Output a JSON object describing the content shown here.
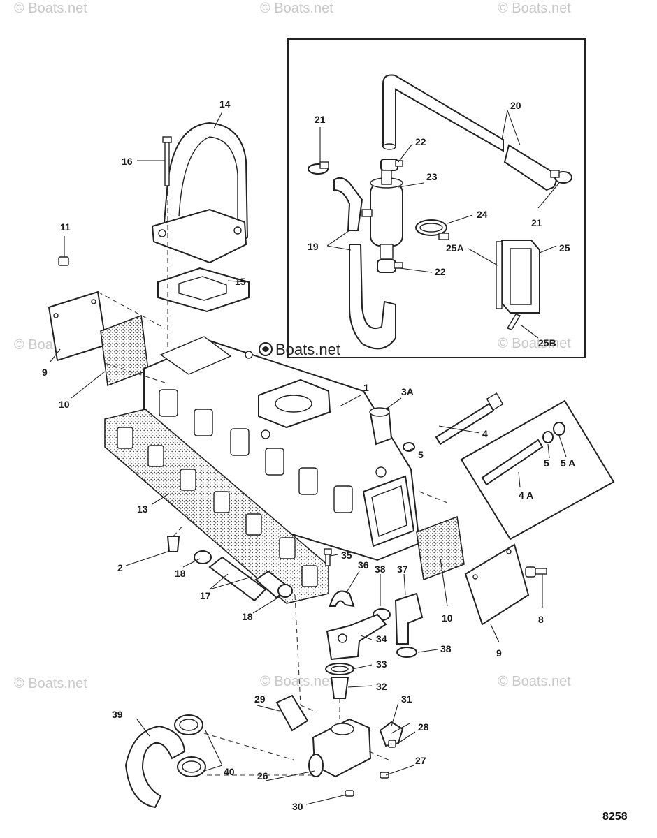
{
  "watermark": "© Boats.net",
  "brand_label": "Boats.net",
  "brand_icon": "boats-net-logo-icon",
  "figure_number": "8258",
  "callouts": {
    "c1": "1",
    "c2": "2",
    "c3a": "3A",
    "c4": "4",
    "c4a": "4 A",
    "c5a": "5",
    "c5b": "5",
    "c5A": "5 A",
    "c8": "8",
    "c9a": "9",
    "c9b": "9",
    "c10a": "10",
    "c10b": "10",
    "c11": "11",
    "c13": "13",
    "c14": "14",
    "c15": "15",
    "c16": "16",
    "c17": "17",
    "c18a": "18",
    "c18b": "18",
    "c19": "19",
    "c20": "20",
    "c21a": "21",
    "c21b": "21",
    "c22a": "22",
    "c22b": "22",
    "c23": "23",
    "c24": "24",
    "c25": "25",
    "c25A": "25A",
    "c25B": "25B",
    "c26": "26",
    "c27": "27",
    "c28": "28",
    "c29": "29",
    "c30": "30",
    "c31": "31",
    "c32": "32",
    "c33": "33",
    "c34": "34",
    "c35": "35",
    "c36": "36",
    "c37": "37",
    "c38a": "38",
    "c38b": "38",
    "c39": "39",
    "c40": "40"
  }
}
